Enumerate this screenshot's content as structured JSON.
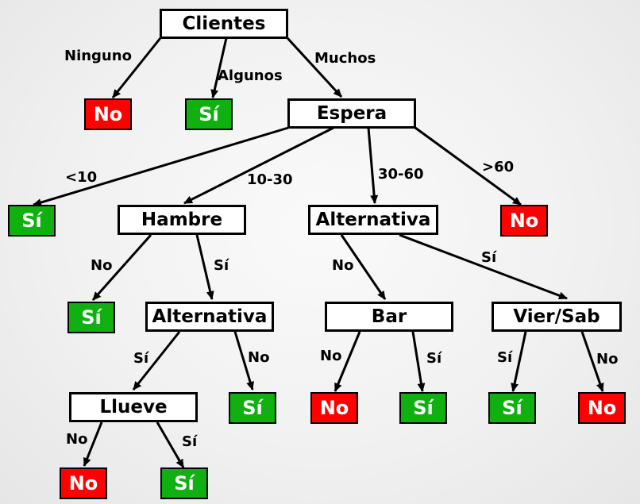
{
  "nodes": {
    "clientes": "Clientes",
    "espera": "Espera",
    "hambre": "Hambre",
    "alternativa1": "Alternativa",
    "alternativa2": "Alternativa",
    "bar": "Bar",
    "viersab": "Vier/Sab",
    "llueve": "Llueve"
  },
  "leaves": {
    "clientes_ninguno": "No",
    "clientes_algunos": "Sí",
    "espera_lt10": "Sí",
    "espera_gt60": "No",
    "hambre_no": "Sí",
    "alt1_no": "Sí",
    "bar_no": "No",
    "bar_si": "Sí",
    "viersab_si": "Sí",
    "viersab_no": "No",
    "llueve_no": "No",
    "llueve_si": "Sí"
  },
  "edges": {
    "ninguno": "Ninguno",
    "algunos": "Algunos",
    "muchos": "Muchos",
    "lt10": "<10",
    "e10_30": "10-30",
    "e30_60": "30-60",
    "gt60": ">60",
    "hambre_no": "No",
    "hambre_si": "Sí",
    "alt2_no": "No",
    "alt2_si": "Sí",
    "alt1_si": "Sí",
    "alt1_no": "No",
    "bar_no": "No",
    "bar_si": "Sí",
    "viersab_si": "Sí",
    "viersab_no": "No",
    "llueve_no": "No",
    "llueve_si": "Sí"
  },
  "colors": {
    "no": "#ff0000",
    "si": "#10b010",
    "line": "#000000"
  }
}
